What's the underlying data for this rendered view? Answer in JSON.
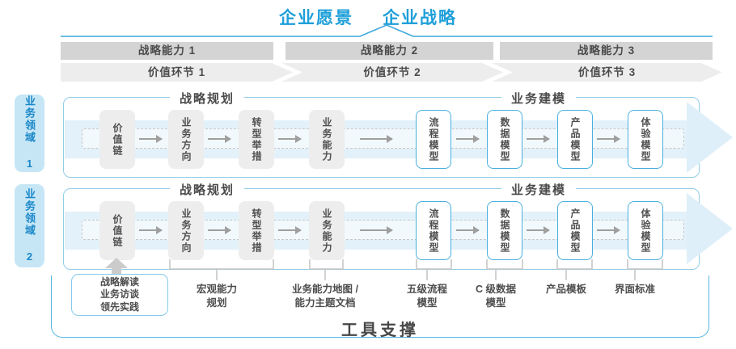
{
  "header": {
    "vision": "企业愿景",
    "strategy": "企业战略"
  },
  "strategic_capabilities": {
    "items": [
      "战略能力 1",
      "战略能力 2",
      "战略能力 3"
    ]
  },
  "value_links": {
    "items": [
      "价值环节 1",
      "价值环节 2",
      "价值环节 3"
    ]
  },
  "domains": {
    "items": [
      "业务领域 1",
      "业务领域 2"
    ]
  },
  "row": {
    "headers": [
      "战略规划",
      "业务建模"
    ],
    "strategy_boxes": [
      "价值链",
      "业务方向",
      "转型举措",
      "业务能力"
    ],
    "modeling_boxes": [
      "流程模型",
      "数据模型",
      "产品模型",
      "体验模型"
    ]
  },
  "tools": {
    "practice_box": [
      "战略解读",
      "业务访谈",
      "领先实践"
    ],
    "labels": [
      [
        "宏观能力",
        "规划"
      ],
      [
        "业务能力地图 /",
        "能力主题文档"
      ],
      [
        "五级流程",
        "模型"
      ],
      [
        "C 级数据",
        "模型"
      ],
      [
        "产品模板"
      ],
      [
        "界面标准"
      ]
    ],
    "title": "工具支撑"
  },
  "colors": {
    "accent_blue": "#1E9FD9",
    "domain_fill": "#C6E6F6",
    "domain_text": "#1987C8",
    "band_gray": "#D4D4D4",
    "chevron_gray": "#EDEDED",
    "arrow_band_blue": "#E2F1FA",
    "blue_box_border": "#49AFDE",
    "container_border": "#54B5E2",
    "text_gray": "#4D4D4D"
  }
}
